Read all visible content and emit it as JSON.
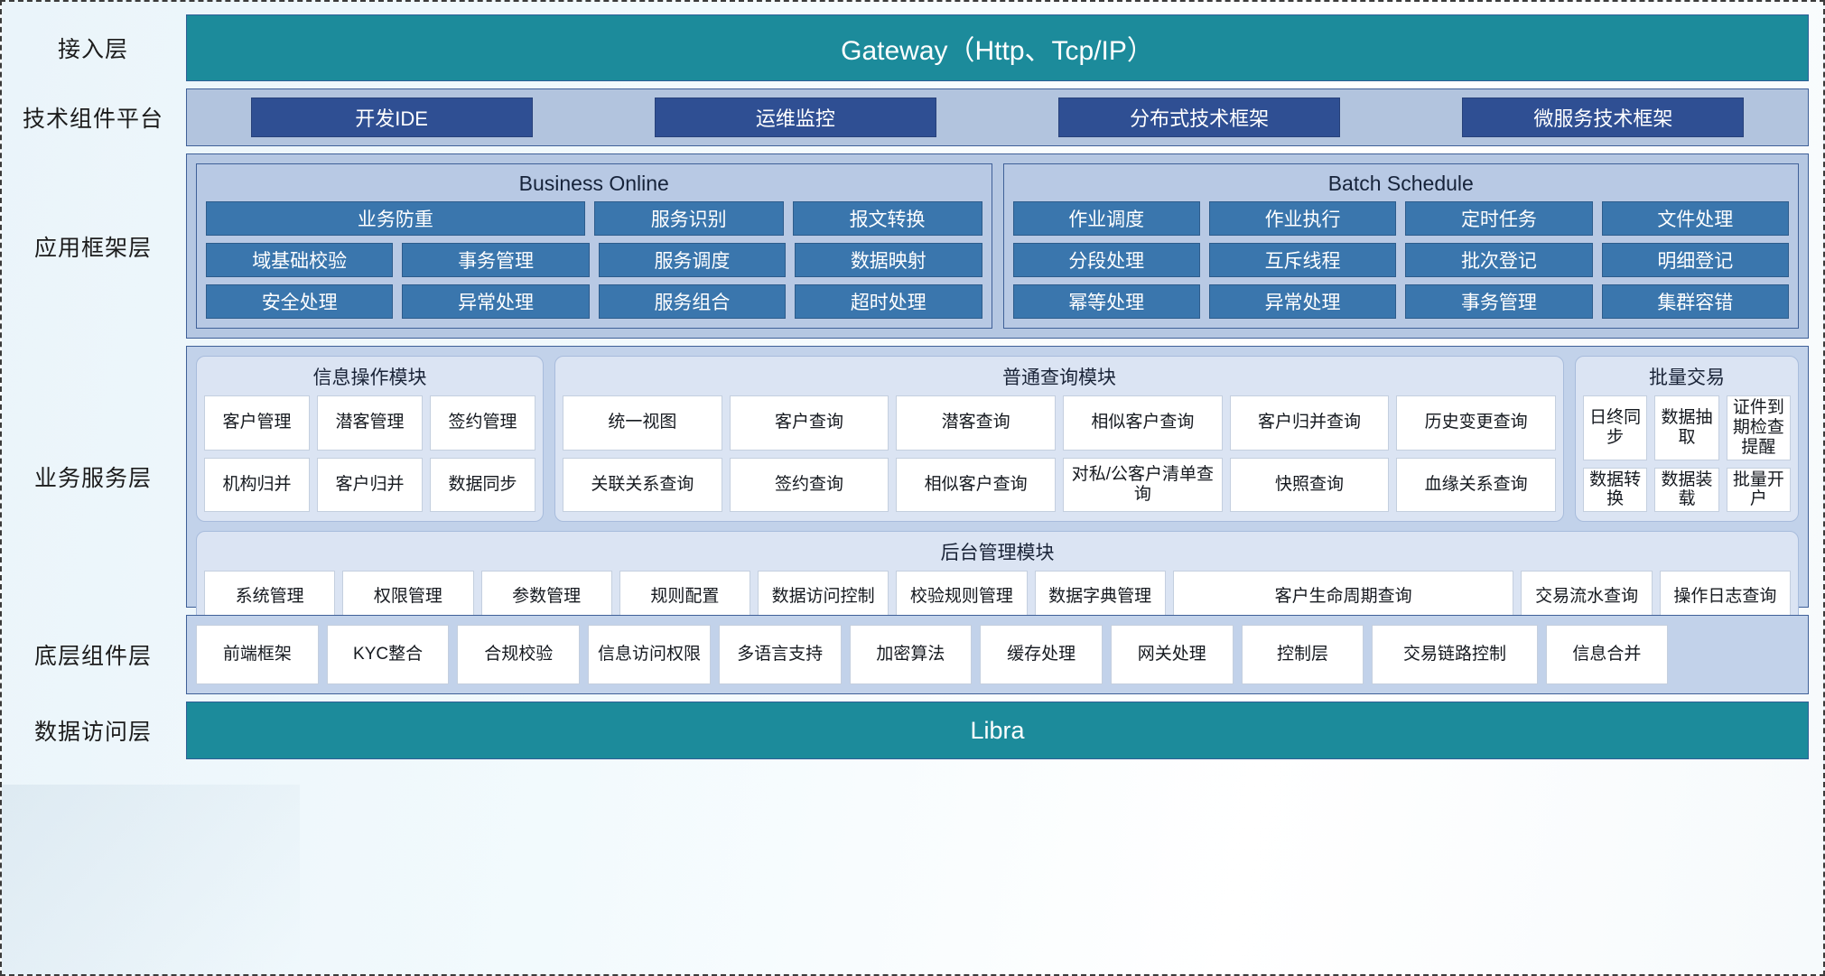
{
  "layers": [
    {
      "id": "access",
      "label": "接入层"
    },
    {
      "id": "tech",
      "label": "技术组件平台"
    },
    {
      "id": "appframe",
      "label": "应用框架层"
    },
    {
      "id": "bizservice",
      "label": "业务服务层"
    },
    {
      "id": "component",
      "label": "底层组件层"
    },
    {
      "id": "dataaccess",
      "label": "数据访问层"
    }
  ],
  "gateway": {
    "label": "Gateway（Http、Tcp/IP）"
  },
  "data_access": {
    "label": "Libra"
  },
  "tech_platform": {
    "items": [
      "开发IDE",
      "运维监控",
      "分布式技术框架",
      "微服务技术框架"
    ]
  },
  "app_framework": {
    "business_online": {
      "title": "Business Online",
      "row1": [
        "业务防重",
        "服务识别",
        "报文转换"
      ],
      "row2": [
        "域基础校验",
        "事务管理",
        "服务调度",
        "数据映射"
      ],
      "row3": [
        "安全处理",
        "异常处理",
        "服务组合",
        "超时处理"
      ]
    },
    "batch_schedule": {
      "title": "Batch Schedule",
      "row1": [
        "作业调度",
        "作业执行",
        "定时任务",
        "文件处理"
      ],
      "row2": [
        "分段处理",
        "互斥线程",
        "批次登记",
        "明细登记"
      ],
      "row3": [
        "幂等处理",
        "异常处理",
        "事务管理",
        "集群容错"
      ]
    }
  },
  "business_service": {
    "info_module": {
      "title": "信息操作模块",
      "row1": [
        "客户管理",
        "潜客管理",
        "签约管理"
      ],
      "row2": [
        "机构归并",
        "客户归并",
        "数据同步"
      ]
    },
    "query_module": {
      "title": "普通查询模块",
      "row1": [
        "统一视图",
        "客户查询",
        "潜客查询",
        "相似客户查询",
        "客户归并查询",
        "历史变更查询"
      ],
      "row2": [
        "关联关系查询",
        "签约查询",
        "相似客户查询",
        "对私/公客户清单查询",
        "快照查询",
        "血缘关系查询"
      ]
    },
    "batch_module": {
      "title": "批量交易",
      "row1": [
        "日终同步",
        "数据抽取",
        "证件到期检查提醒"
      ],
      "row2": [
        "数据转换",
        "数据装载",
        "批量开户"
      ]
    },
    "admin_module": {
      "title": "后台管理模块",
      "items": [
        "系统管理",
        "权限管理",
        "参数管理",
        "规则配置",
        "数据访问控制",
        "校验规则管理",
        "数据字典管理",
        "客户生命周期查询",
        "交易流水查询",
        "操作日志查询"
      ]
    }
  },
  "component_layer": {
    "items": [
      "前端框架",
      "KYC整合",
      "合规校验",
      "信息访问权限",
      "多语言支持",
      "加密算法",
      "缓存处理",
      "网关处理",
      "控制层",
      "交易链路控制",
      "信息合并"
    ]
  },
  "colors": {
    "teal": "#1c8b9b",
    "dark_blue": "#2f4f93",
    "mid_blue": "#3a76ad",
    "band_blue": "#b2c4de",
    "panel_blue": "#c2d2ea",
    "group_blue": "#dbe4f3",
    "border_blue": "#3f6098"
  }
}
